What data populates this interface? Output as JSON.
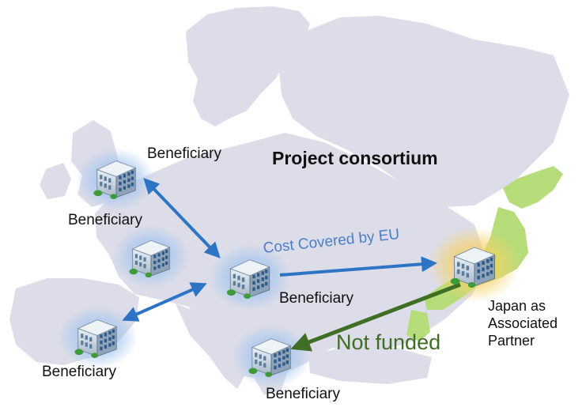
{
  "title": "Project consortium",
  "nodes": [
    {
      "id": "uk",
      "label": "Beneficiary",
      "label2": "Beneficiary"
    },
    {
      "id": "france",
      "label": ""
    },
    {
      "id": "center",
      "label": "Beneficiary"
    },
    {
      "id": "spain",
      "label": "Beneficiary"
    },
    {
      "id": "south",
      "label": "Beneficiary"
    },
    {
      "id": "japan",
      "label_lines": [
        "Japan as",
        "Associated",
        "Partner"
      ]
    }
  ],
  "links": {
    "funded_label": "Cost Covered by EU",
    "not_funded_label": "Not funded"
  },
  "colors": {
    "arrow_blue": "#2e74c4",
    "funded_text": "#4a7fc8",
    "not_funded": "#3f6e25",
    "map_land": "#dcdde8",
    "map_sea": "#ffffff",
    "japan_land": "#b7dc7a",
    "node_glow": "#9ec2ef",
    "japan_glow": "#f6c94a"
  },
  "icons": {
    "building": "office-building-icon",
    "map": "europe-japan-map"
  }
}
